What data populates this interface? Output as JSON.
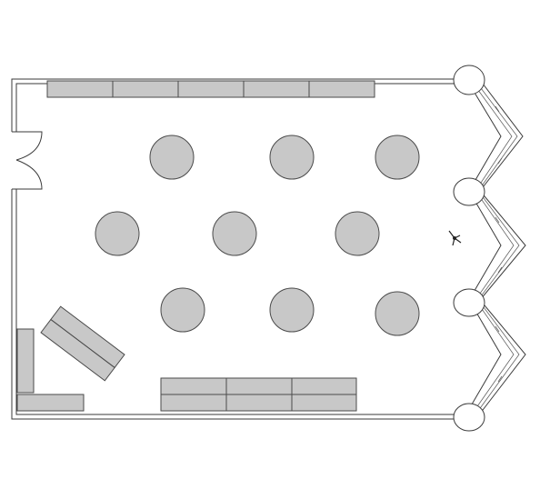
{
  "diagram": {
    "type": "floor-plan",
    "colors": {
      "furniture_fill": "#c8c8c8",
      "furniture_stroke": "#4a4a4a",
      "wall_stroke": "#3a3a3a",
      "background": "#ffffff"
    },
    "round_table_rows": [
      3,
      3,
      3
    ],
    "counts": {
      "round_tables": 9,
      "wall_counter_segments": 5,
      "buffet_table_cells": 6,
      "corner_benches": 2,
      "angled_tables": 1,
      "doors": 1,
      "columns": 4,
      "window_bays": 3
    }
  }
}
